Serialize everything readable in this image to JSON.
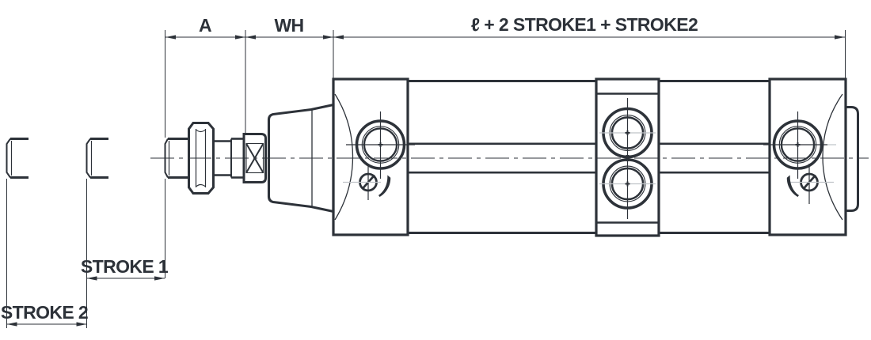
{
  "figure": {
    "type": "technical-drawing",
    "subject": "tandem pneumatic cylinder side view with stroke dimensions",
    "colors": {
      "line": "#2d3239",
      "light_line": "#bfc3c8",
      "background": "#ffffff"
    },
    "dimensions": {
      "top": [
        {
          "id": "A",
          "label": "A"
        },
        {
          "id": "WH",
          "label": "WH"
        },
        {
          "id": "L",
          "label": "ℓ + 2 STROKE1 + STROKE2"
        }
      ],
      "bottom": [
        {
          "id": "STROKE1",
          "label": "STROKE 1"
        },
        {
          "id": "STROKE2",
          "label": "STROKE 2"
        }
      ]
    }
  }
}
